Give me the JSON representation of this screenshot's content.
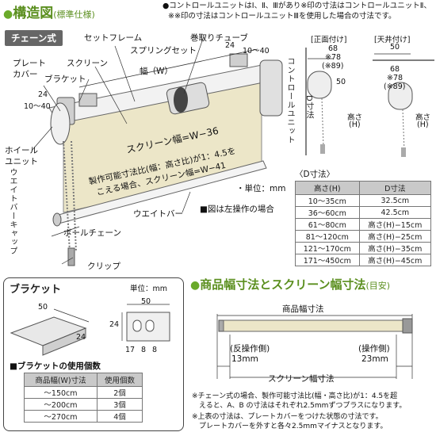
{
  "structure": {
    "title": "構造図",
    "subtitle": "(標準仕様)",
    "notes": [
      "●コントロールユニットはⅠ、Ⅱ、Ⅲがあり※印の寸法はコントロールユニットⅡ、",
      "※※印の寸法はコントロールユニットⅢを使用した場合の寸法です。"
    ],
    "chain_tab": "チェーン式",
    "labels": {
      "set_frame": "セットフレーム",
      "winding_tube": "巻取りチューブ",
      "screen": "スクリーン",
      "spring_set": "スプリングセット",
      "plate_cover_1": "プレート",
      "plate_cover_2": "カバー",
      "bracket": "ブラケット",
      "width": "幅（W）",
      "wheel_unit_1": "ホイール",
      "wheel_unit_2": "ユニット",
      "control_unit": "コントロールユニット",
      "screen_width": "スクリーン幅=W−36",
      "ratio_1": "製作可能寸法比(幅：高さ比)が1：4.5を",
      "ratio_2": "こえる場合、スクリーン幅=W−41",
      "weight_bar_cap": "ウエイトバーキャップ",
      "weight_bar": "ウエイトバー",
      "ball_chain": "ボールチェーン",
      "clip": "クリップ",
      "unit_mm": "・単位：mm",
      "left_op_note": "■図は左操作の場合",
      "dim_24": "24",
      "dim_10_40a": "10〜40",
      "dim_10_40b": "10〜40",
      "dim_24b": "24"
    }
  },
  "side_views": {
    "front": "[正面付け]",
    "ceiling": "[天井付け]",
    "f68": "68",
    "f78": "※78",
    "f89": "(※89)",
    "f50": "50",
    "d_dim": "D寸法",
    "height_h": "高さ",
    "h_paren": "(H)",
    "c50": "50",
    "c68": "68",
    "c78": "※78",
    "c89": "(※89)",
    "c_height": "高さ",
    "c_h_paren": "(H)"
  },
  "d_table": {
    "title": "〈D寸法〉",
    "headers": [
      "高さ(H)",
      "D寸法"
    ],
    "rows": [
      [
        "10〜35cm",
        "32.5cm"
      ],
      [
        "36〜60cm",
        "42.5cm"
      ],
      [
        "61〜80cm",
        "高さ(H)−15cm"
      ],
      [
        "81〜120cm",
        "高さ(H)−25cm"
      ],
      [
        "121〜170cm",
        "高さ(H)−35cm"
      ],
      [
        "171〜450cm",
        "高さ(H)−45cm"
      ]
    ]
  },
  "bracket": {
    "title": "ブラケット",
    "unit": "単位：mm",
    "d50a": "50",
    "d24a": "24",
    "d50b": "50",
    "d24b": "24",
    "d17": "17",
    "d8a": "8",
    "d8b": "8",
    "count_title": "■ブラケットの使用個数",
    "headers": [
      "商品幅(W)寸法",
      "使用個数"
    ],
    "rows": [
      [
        "〜150cm",
        "2個"
      ],
      [
        "〜200cm",
        "3個"
      ],
      [
        "〜270cm",
        "4個"
      ]
    ]
  },
  "size": {
    "title": "商品幅寸法とスクリーン幅寸法",
    "subtitle": "(目安)",
    "product_width": "商品幅寸法",
    "reverse_op": "(反操作側)",
    "op_side": "(操作側)",
    "mm13": "13mm",
    "mm23": "23mm",
    "screen_width": "スクリーン幅寸法",
    "notes": [
      "※チェーン式の場合、製作可能寸法比(幅・高さ比)が1：4.5を超",
      "　えると、A、B の寸法はそれぞれ2.5mmずつプラスになります。",
      "※上表の寸法は、プレートカバーをつけた状態の寸法です。",
      "　プレートカバーを外すと各々2.5mmマイナスとなります。"
    ]
  },
  "colors": {
    "accent": "#5b8f1f",
    "screen": "#ece6c8",
    "dark": "#666666"
  }
}
